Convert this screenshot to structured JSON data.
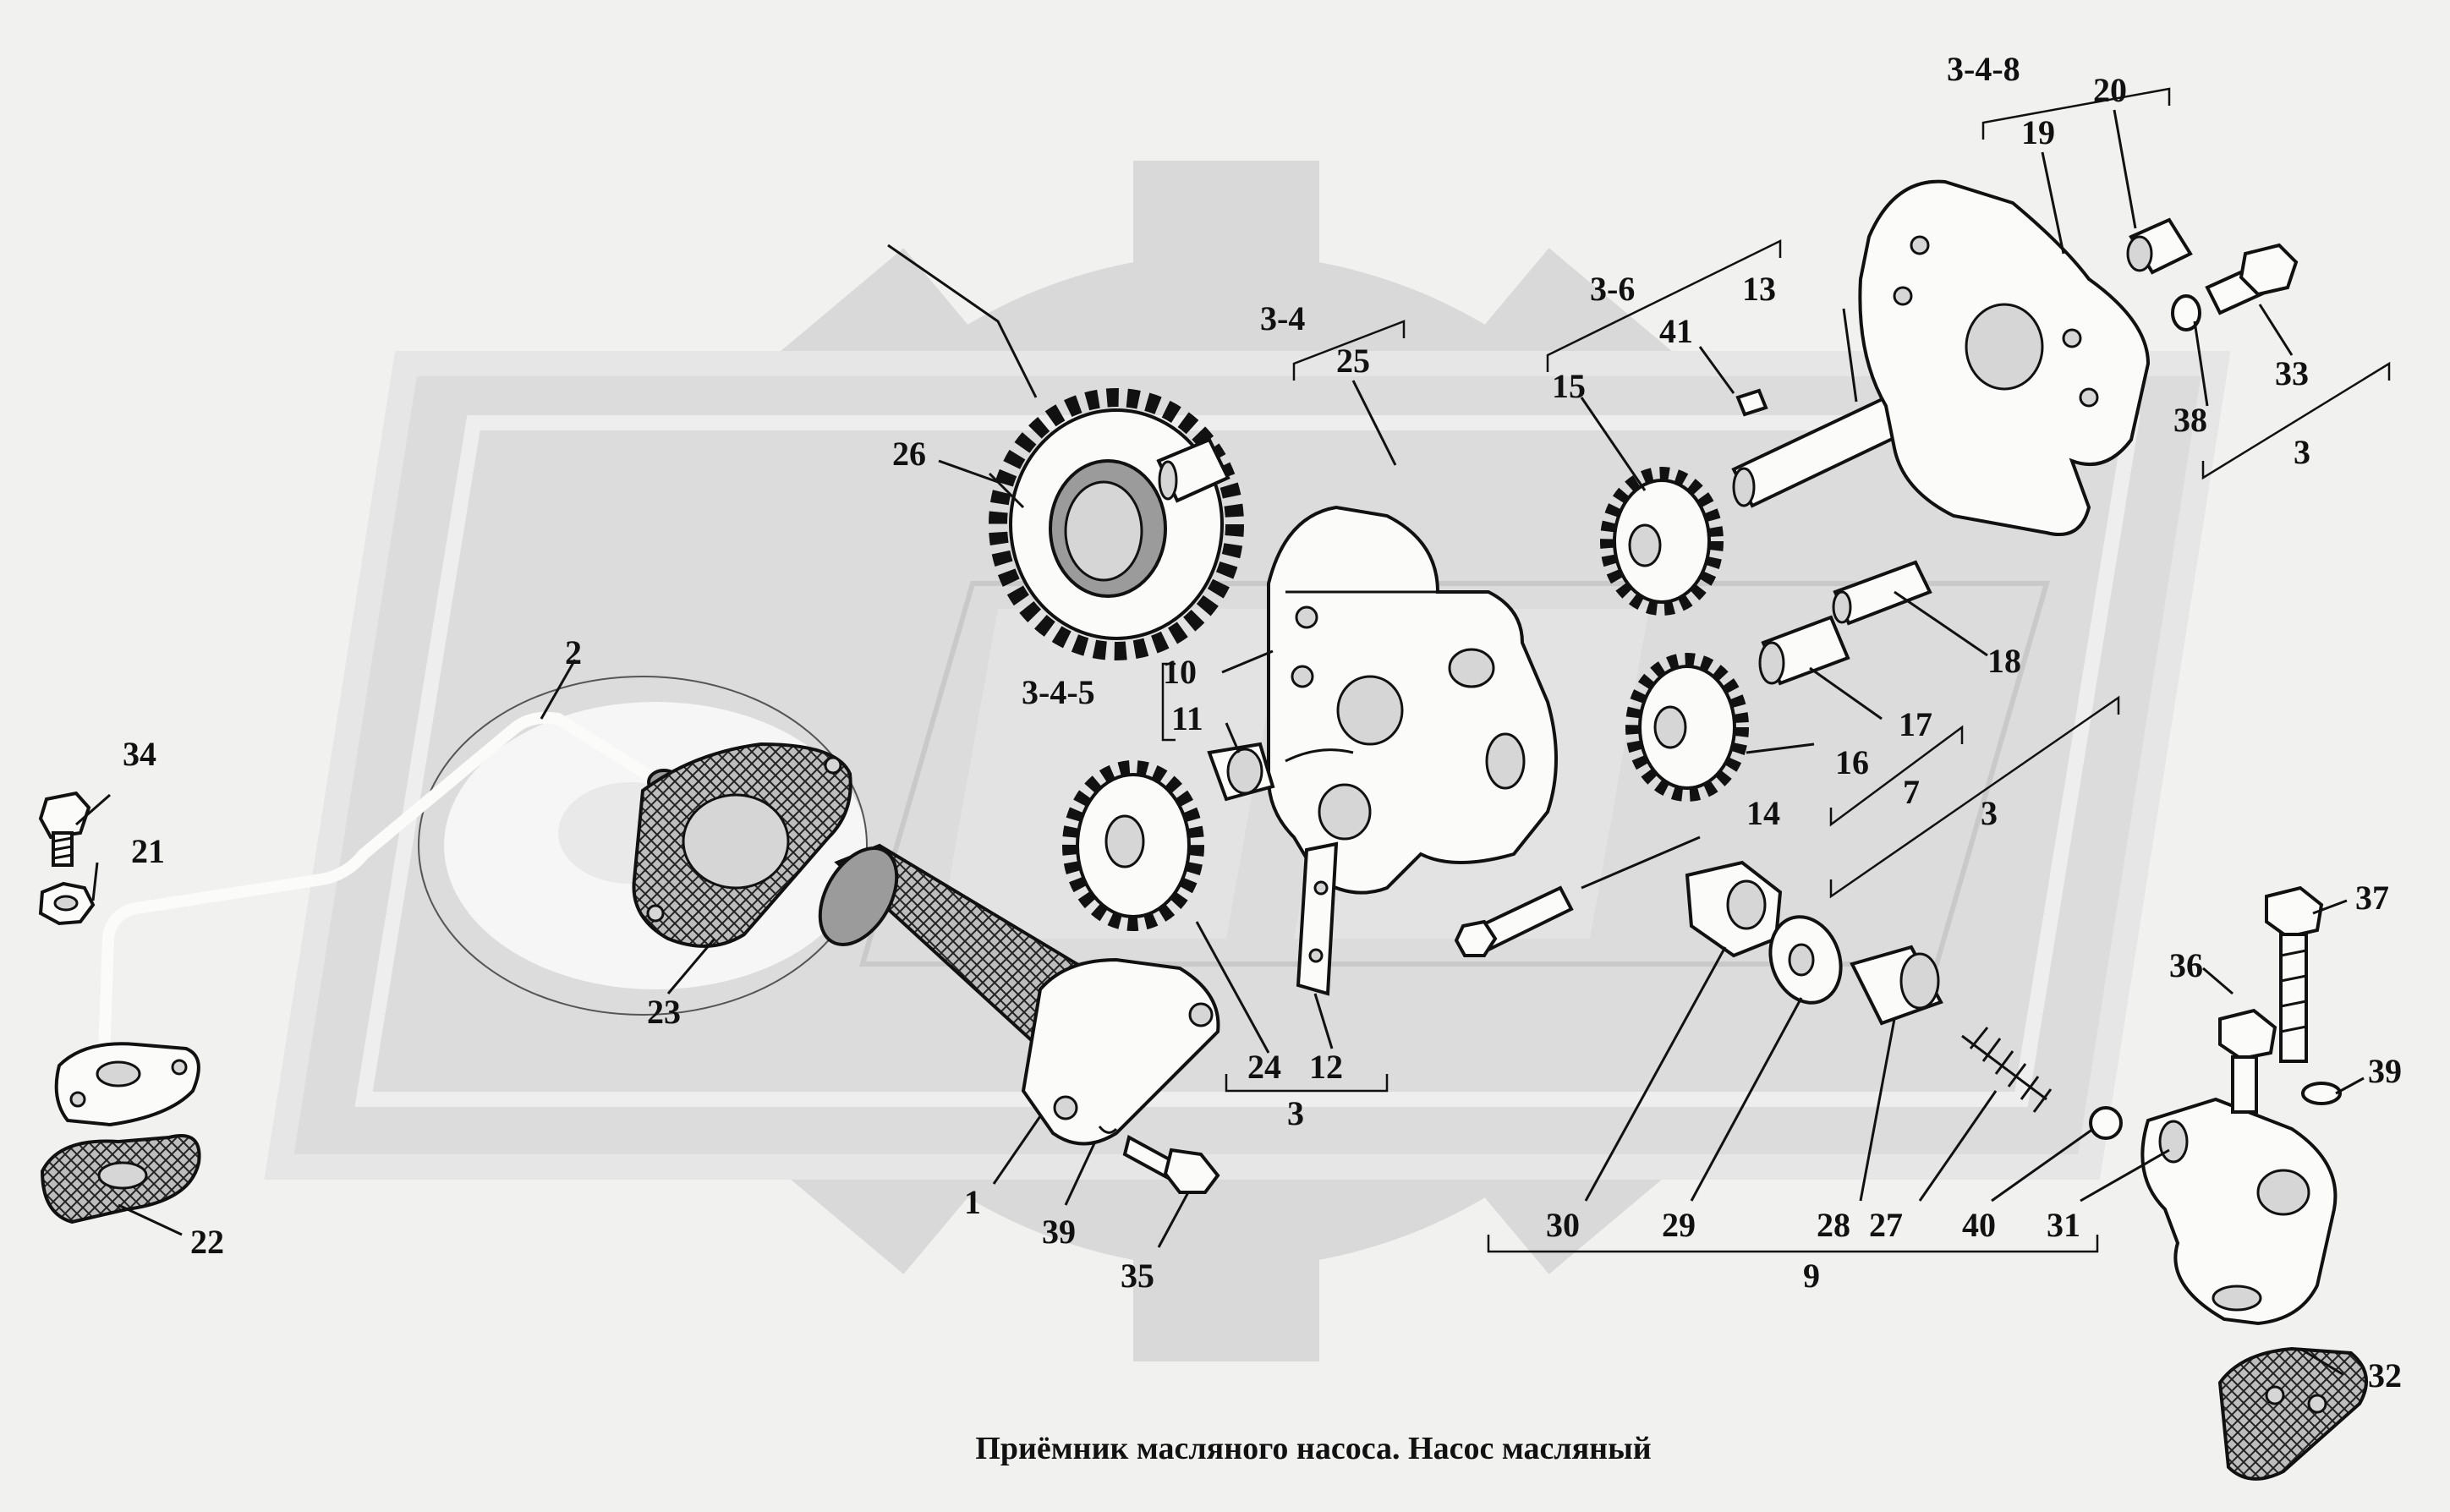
{
  "caption": "Приёмник масляного насоса. Насос масляный",
  "colors": {
    "background": "#f1f1ef",
    "watermark": "#d9d9d9",
    "ink": "#111111"
  },
  "callouts": [
    {
      "id": "l1",
      "text": "1"
    },
    {
      "id": "l2",
      "text": "2"
    },
    {
      "id": "l10",
      "text": "10"
    },
    {
      "id": "l11",
      "text": "11"
    },
    {
      "id": "l12",
      "text": "12"
    },
    {
      "id": "l13",
      "text": "13"
    },
    {
      "id": "l14",
      "text": "14"
    },
    {
      "id": "l15",
      "text": "15"
    },
    {
      "id": "l16",
      "text": "16"
    },
    {
      "id": "l17",
      "text": "17"
    },
    {
      "id": "l18",
      "text": "18"
    },
    {
      "id": "l19",
      "text": "19"
    },
    {
      "id": "l20",
      "text": "20"
    },
    {
      "id": "l21",
      "text": "21"
    },
    {
      "id": "l22",
      "text": "22"
    },
    {
      "id": "l23",
      "text": "23"
    },
    {
      "id": "l24",
      "text": "24"
    },
    {
      "id": "l25",
      "text": "25"
    },
    {
      "id": "l26",
      "text": "26"
    },
    {
      "id": "l27",
      "text": "27"
    },
    {
      "id": "l28",
      "text": "28"
    },
    {
      "id": "l29",
      "text": "29"
    },
    {
      "id": "l30",
      "text": "30"
    },
    {
      "id": "l31",
      "text": "31"
    },
    {
      "id": "l32",
      "text": "32"
    },
    {
      "id": "l33",
      "text": "33"
    },
    {
      "id": "l34",
      "text": "34"
    },
    {
      "id": "l35",
      "text": "35"
    },
    {
      "id": "l36",
      "text": "36"
    },
    {
      "id": "l37",
      "text": "37"
    },
    {
      "id": "l38",
      "text": "38"
    },
    {
      "id": "l39a",
      "text": "39"
    },
    {
      "id": "l39b",
      "text": "39"
    },
    {
      "id": "l40",
      "text": "40"
    },
    {
      "id": "l41",
      "text": "41"
    }
  ],
  "groups": [
    {
      "id": "g348",
      "text": "3-4-8"
    },
    {
      "id": "g36",
      "text": "3-6"
    },
    {
      "id": "g34",
      "text": "3-4"
    },
    {
      "id": "g345",
      "text": "3-4-5"
    },
    {
      "id": "g3a",
      "text": "3"
    },
    {
      "id": "g3b",
      "text": "3"
    },
    {
      "id": "g3c",
      "text": "3"
    },
    {
      "id": "g7",
      "text": "7"
    },
    {
      "id": "g9",
      "text": "9"
    }
  ]
}
